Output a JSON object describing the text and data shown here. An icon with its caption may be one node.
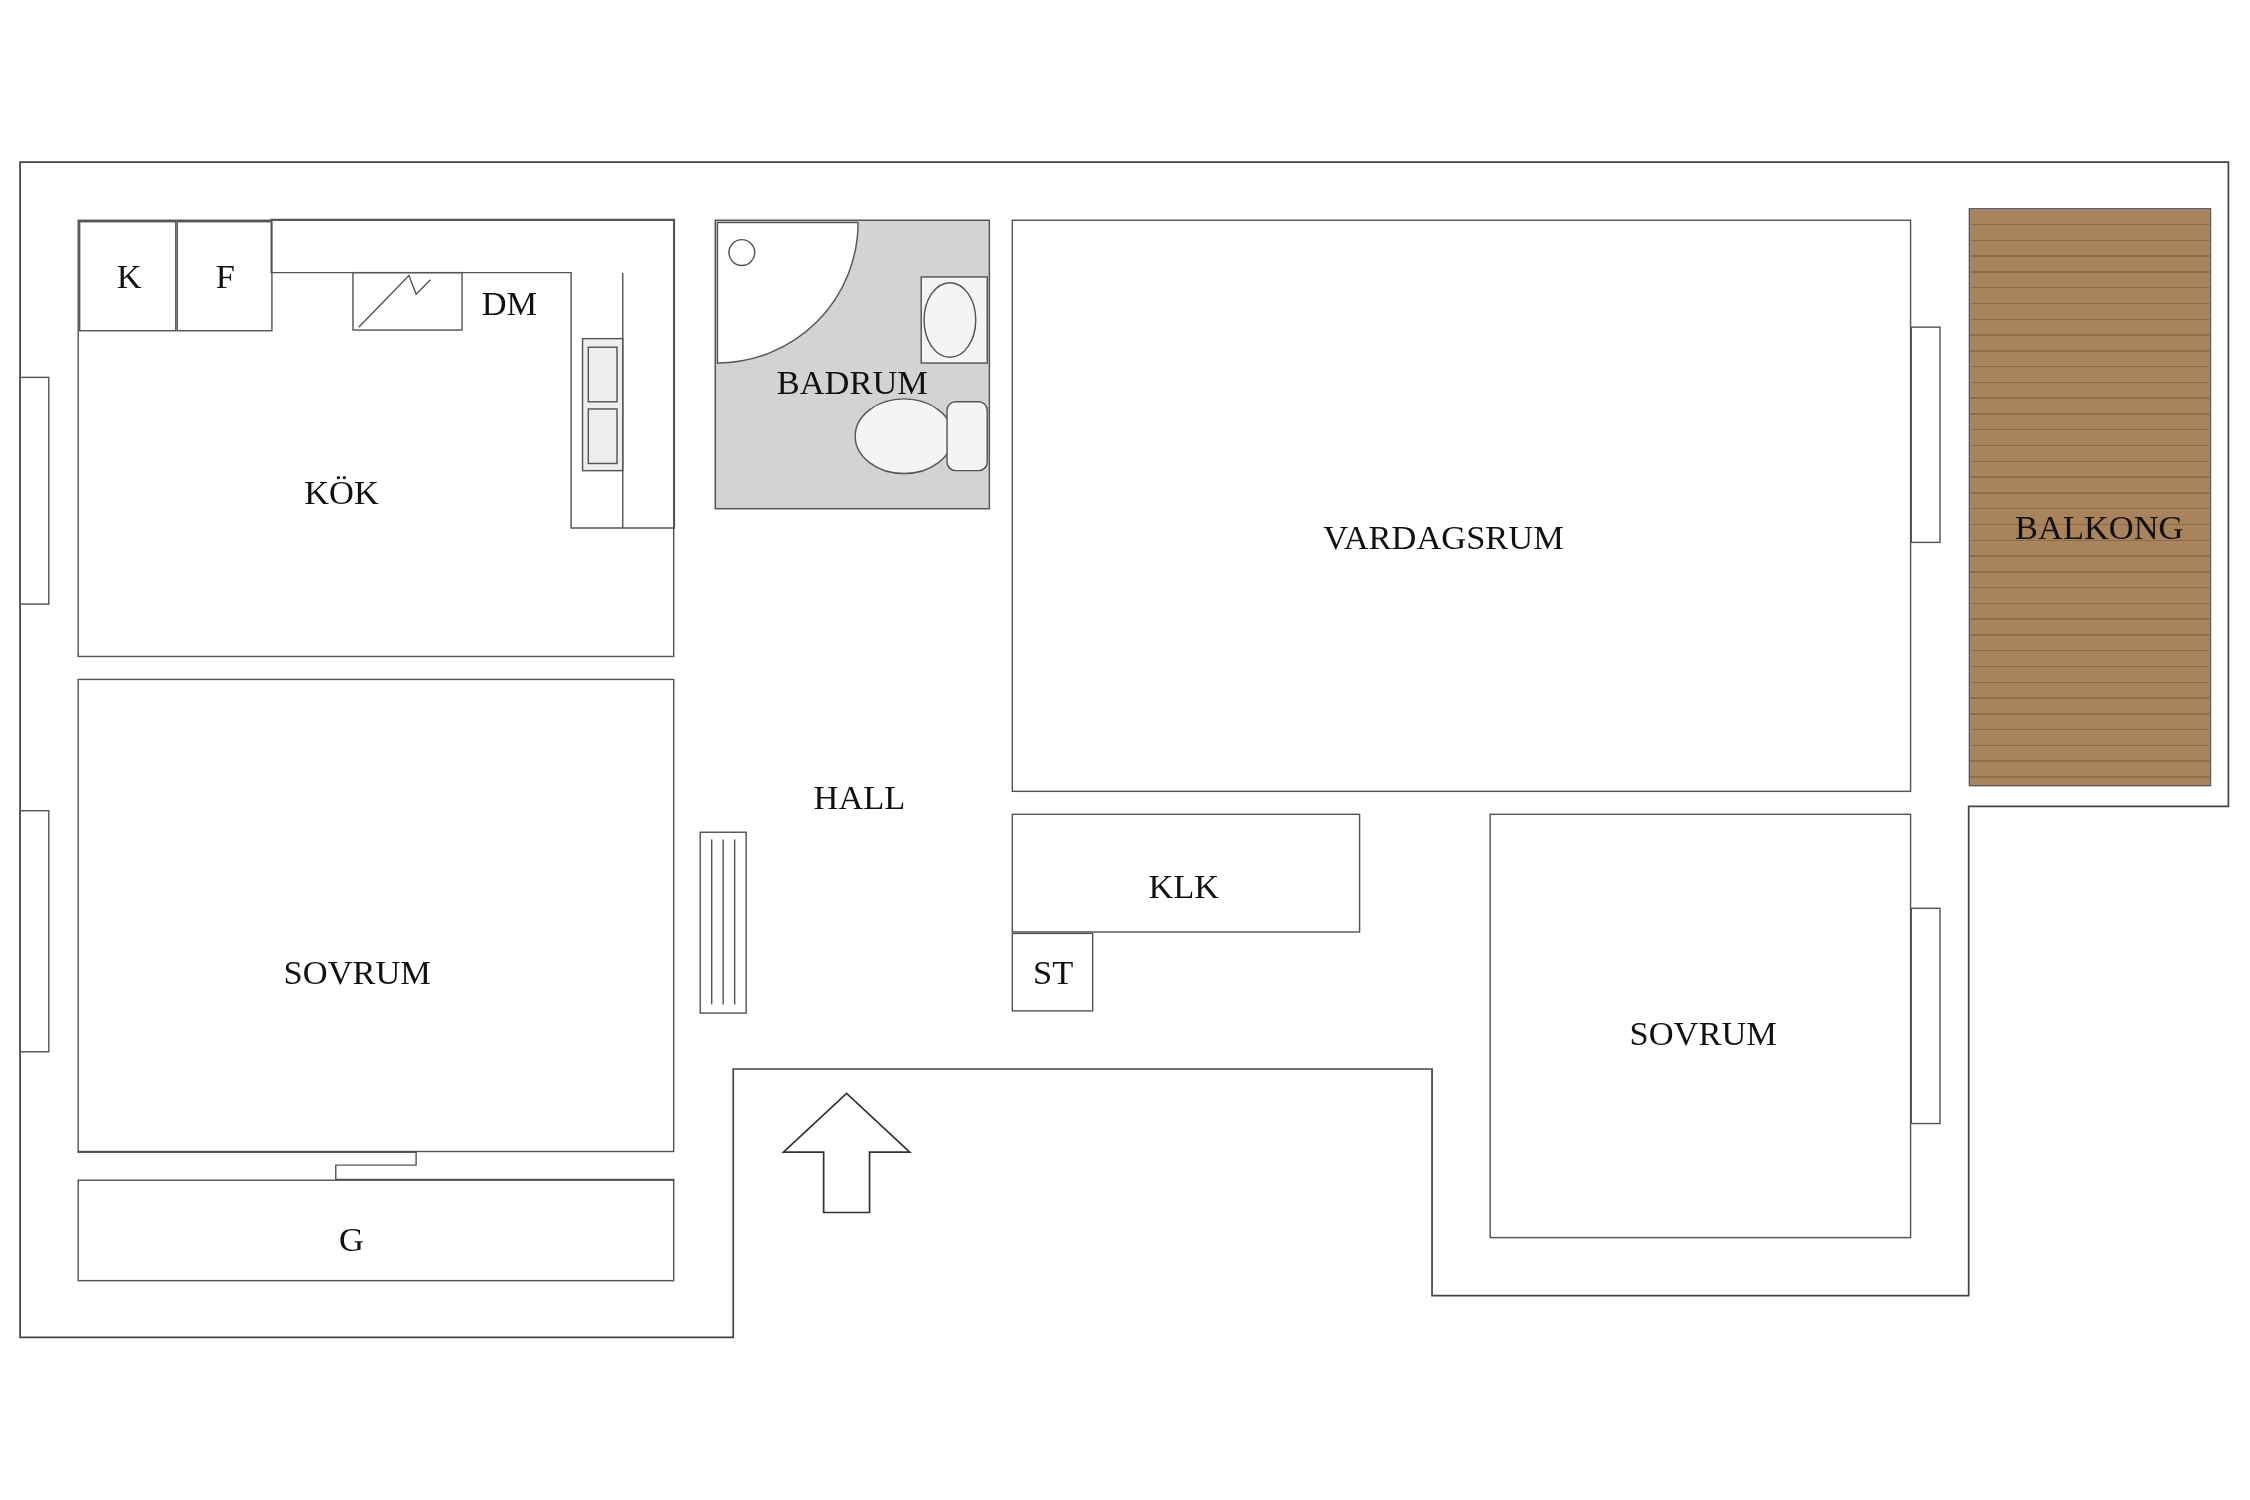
{
  "diagram": {
    "nodes": [
      {
        "text": [
          "KÖK"
        ]
      },
      {
        "text": [
          "K"
        ],
        "in": 0
      },
      {
        "text": [
          "F"
        ],
        "in": 0
      },
      {
        "text": [
          "DM"
        ],
        "in": 0
      },
      {
        "text": [
          "BADRUM"
        ]
      },
      {
        "text": [
          "VARDAGSRUM"
        ]
      },
      {
        "text": [
          "BALKONG"
        ]
      },
      {
        "text": [
          "HALL"
        ]
      },
      {
        "text": [
          "KLK"
        ]
      },
      {
        "text": [
          "ST"
        ]
      },
      {
        "text": [
          "SOVRUM"
        ]
      },
      {
        "text": [
          "G"
        ]
      },
      {
        "text": [
          "SOVRUM"
        ]
      }
    ]
  }
}
